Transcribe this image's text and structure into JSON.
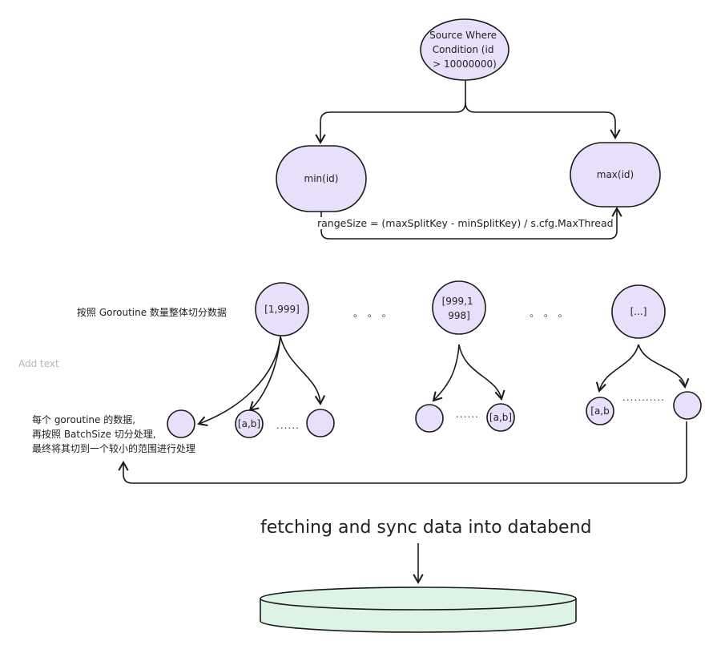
{
  "nodes": {
    "source": [
      "Source Where",
      "Condition (id",
      "> 10000000)"
    ],
    "min": "min(id)",
    "max": "max(id)",
    "range1": "[1,999]",
    "range2": [
      "[999,1",
      "998]"
    ],
    "range3": "[...]",
    "sub_ab_1": "[a,b]",
    "sub_ab_2": "[a,b]",
    "sub_ab_3": "[a,b"
  },
  "edges": {
    "range_size": "rangeSize = (maxSplitKey - minSplitKey) / s.cfg.MaxThread"
  },
  "labels": {
    "split_goroutine": "按照 Goroutine 数量整体切分数据",
    "add_text": "Add text",
    "per_goroutine": [
      "每个 goroutine 的数据,",
      "再按照 BatchSize 切分处理,",
      "最终将其切到一个较小的范围进行处理"
    ],
    "fetching": "fetching and sync data into databend"
  },
  "ellipses": {
    "top_dots_1": "。 。 。",
    "top_dots_2": "。 。 。",
    "sub_dots_1": "......",
    "sub_dots_2": "......",
    "sub_dots_3": "..........."
  },
  "colors": {
    "node_fill": "#e8e0fb",
    "node_stroke": "#1a1a1a",
    "db_fill": "#ddf3e4",
    "edge": "#1a1a1a",
    "muted": "#b5b5b5"
  }
}
